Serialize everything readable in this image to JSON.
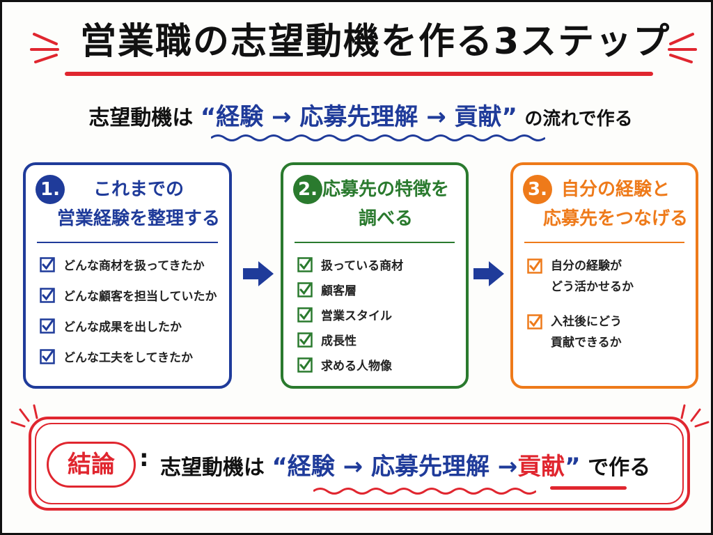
{
  "title": "営業職の志望動機を作る3ステップ",
  "subtitle": {
    "lead": "志望動機は",
    "flow": "“経験 → 応募先理解 → 貢献”",
    "tail": "の流れで作る"
  },
  "steps": [
    {
      "number": "1.",
      "title_lines": [
        "これまでの",
        "営業経験を整理する"
      ],
      "items": [
        "どんな商材を扱ってきたか",
        "どんな顧客を担当していたか",
        "どんな成果を出したか",
        "どんな工夫をしてきたか"
      ]
    },
    {
      "number": "2.",
      "title_lines": [
        "応募先の特徴を",
        "調べる"
      ],
      "items": [
        "扱っている商材",
        "顧客層",
        "営業スタイル",
        "成長性",
        "求める人物像"
      ]
    },
    {
      "number": "3.",
      "title_lines": [
        "自分の経験と",
        "応募先をつなげる"
      ],
      "items": [
        [
          "自分の経験が",
          "どう活かせるか"
        ],
        [
          "入社後にどう",
          "貢献できるか"
        ]
      ]
    }
  ],
  "conclusion": {
    "label": "結論",
    "colon": ":",
    "lead": "志望動機は",
    "flow_blue": "“経験 → 応募先理解 →",
    "flow_red": "貢献",
    "flow_close": "”",
    "tail": "で作る"
  },
  "colors": {
    "blue": "#1f3b9a",
    "green": "#2a7a2e",
    "orange": "#ee7a1a",
    "red": "#e0262f"
  },
  "icons": {
    "check": "checkbox-check-icon",
    "arrow": "right-arrow-icon"
  }
}
